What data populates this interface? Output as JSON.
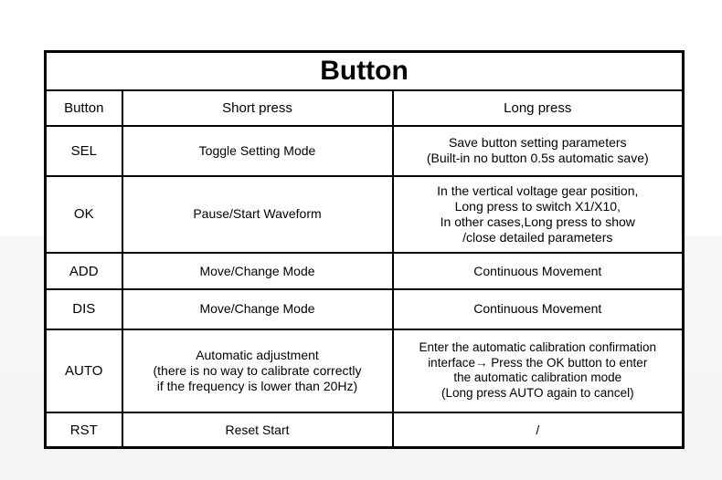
{
  "table": {
    "title": "Button",
    "columns": [
      "Button",
      "Short press",
      "Long press"
    ],
    "rows": [
      {
        "button": "SEL",
        "short_press": "Toggle Setting Mode",
        "long_press": "Save button setting parameters\n(Built-in no button 0.5s automatic save)"
      },
      {
        "button": "OK",
        "short_press": "Pause/Start Waveform",
        "long_press": "In the vertical voltage gear position,\nLong press to switch X1/X10,\nIn other cases,Long press to show\n/close detailed parameters"
      },
      {
        "button": "ADD",
        "short_press": "Move/Change Mode",
        "long_press": "Continuous Movement"
      },
      {
        "button": "DIS",
        "short_press": "Move/Change Mode",
        "long_press": "Continuous Movement"
      },
      {
        "button": "AUTO",
        "short_press": "Automatic adjustment\n(there is no way to calibrate correctly\nif the frequency is lower than 20Hz)",
        "long_press": "Enter the automatic calibration confirmation\ninterface→ Press the OK button to enter\nthe automatic calibration mode\n(Long press AUTO again to cancel)"
      },
      {
        "button": "RST",
        "short_press": "Reset Start",
        "long_press": "/"
      }
    ]
  },
  "colors": {
    "border": "#000000",
    "text": "#000000",
    "page_band": "#f6f6f7",
    "background": "#ffffff"
  }
}
